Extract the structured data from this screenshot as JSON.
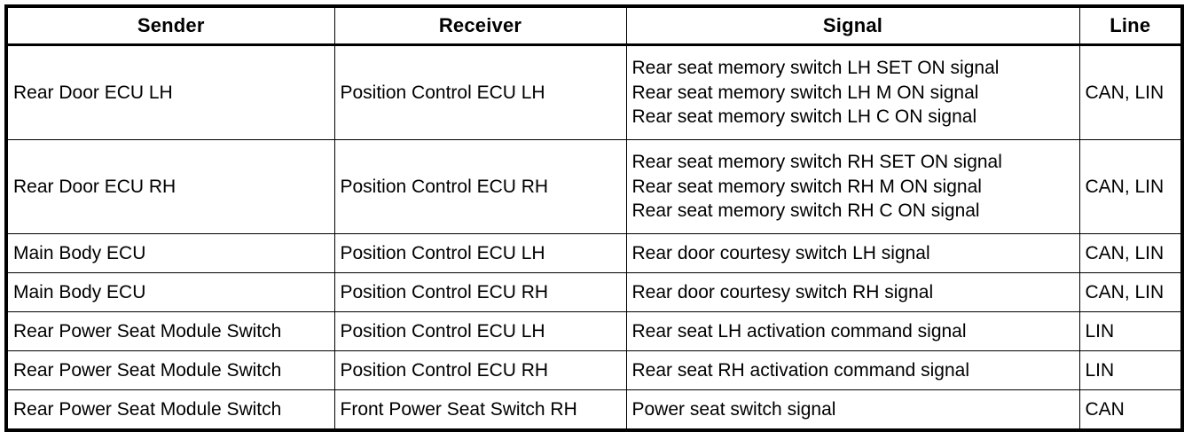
{
  "table": {
    "caption": "",
    "columns": [
      {
        "key": "sender",
        "label": "Sender"
      },
      {
        "key": "receiver",
        "label": "Receiver"
      },
      {
        "key": "signal",
        "label": "Signal"
      },
      {
        "key": "line",
        "label": "Line"
      }
    ],
    "rows": [
      {
        "sender": "Rear Door ECU LH",
        "receiver": "Position Control ECU LH",
        "signal_lines": [
          "Rear seat memory switch LH SET ON signal",
          "Rear seat memory switch LH M ON signal",
          "Rear seat memory switch LH C ON signal"
        ],
        "line": "CAN, LIN"
      },
      {
        "sender": "Rear Door ECU RH",
        "receiver": "Position Control ECU RH",
        "signal_lines": [
          "Rear seat memory switch RH SET ON signal",
          "Rear seat memory switch RH M ON signal",
          "Rear seat memory switch RH C ON signal"
        ],
        "line": "CAN, LIN"
      },
      {
        "sender": "Main Body ECU",
        "receiver": "Position Control ECU LH",
        "signal_lines": [
          "Rear door courtesy switch LH signal"
        ],
        "line": "CAN, LIN"
      },
      {
        "sender": "Main Body ECU",
        "receiver": "Position Control ECU RH",
        "signal_lines": [
          "Rear door courtesy switch RH signal"
        ],
        "line": "CAN, LIN"
      },
      {
        "sender": "Rear Power Seat Module Switch",
        "receiver": "Position Control ECU LH",
        "signal_lines": [
          "Rear seat LH activation command signal"
        ],
        "line": "LIN"
      },
      {
        "sender": "Rear Power Seat Module Switch",
        "receiver": "Position Control ECU RH",
        "signal_lines": [
          "Rear seat RH activation command signal"
        ],
        "line": "LIN"
      },
      {
        "sender": "Rear Power Seat Module Switch",
        "receiver": "Front Power Seat Switch RH",
        "signal_lines": [
          "Power seat switch signal"
        ],
        "line": "CAN"
      }
    ]
  },
  "style": {
    "border_color": "#000000",
    "text_color": "#000000",
    "background": "#ffffff"
  }
}
